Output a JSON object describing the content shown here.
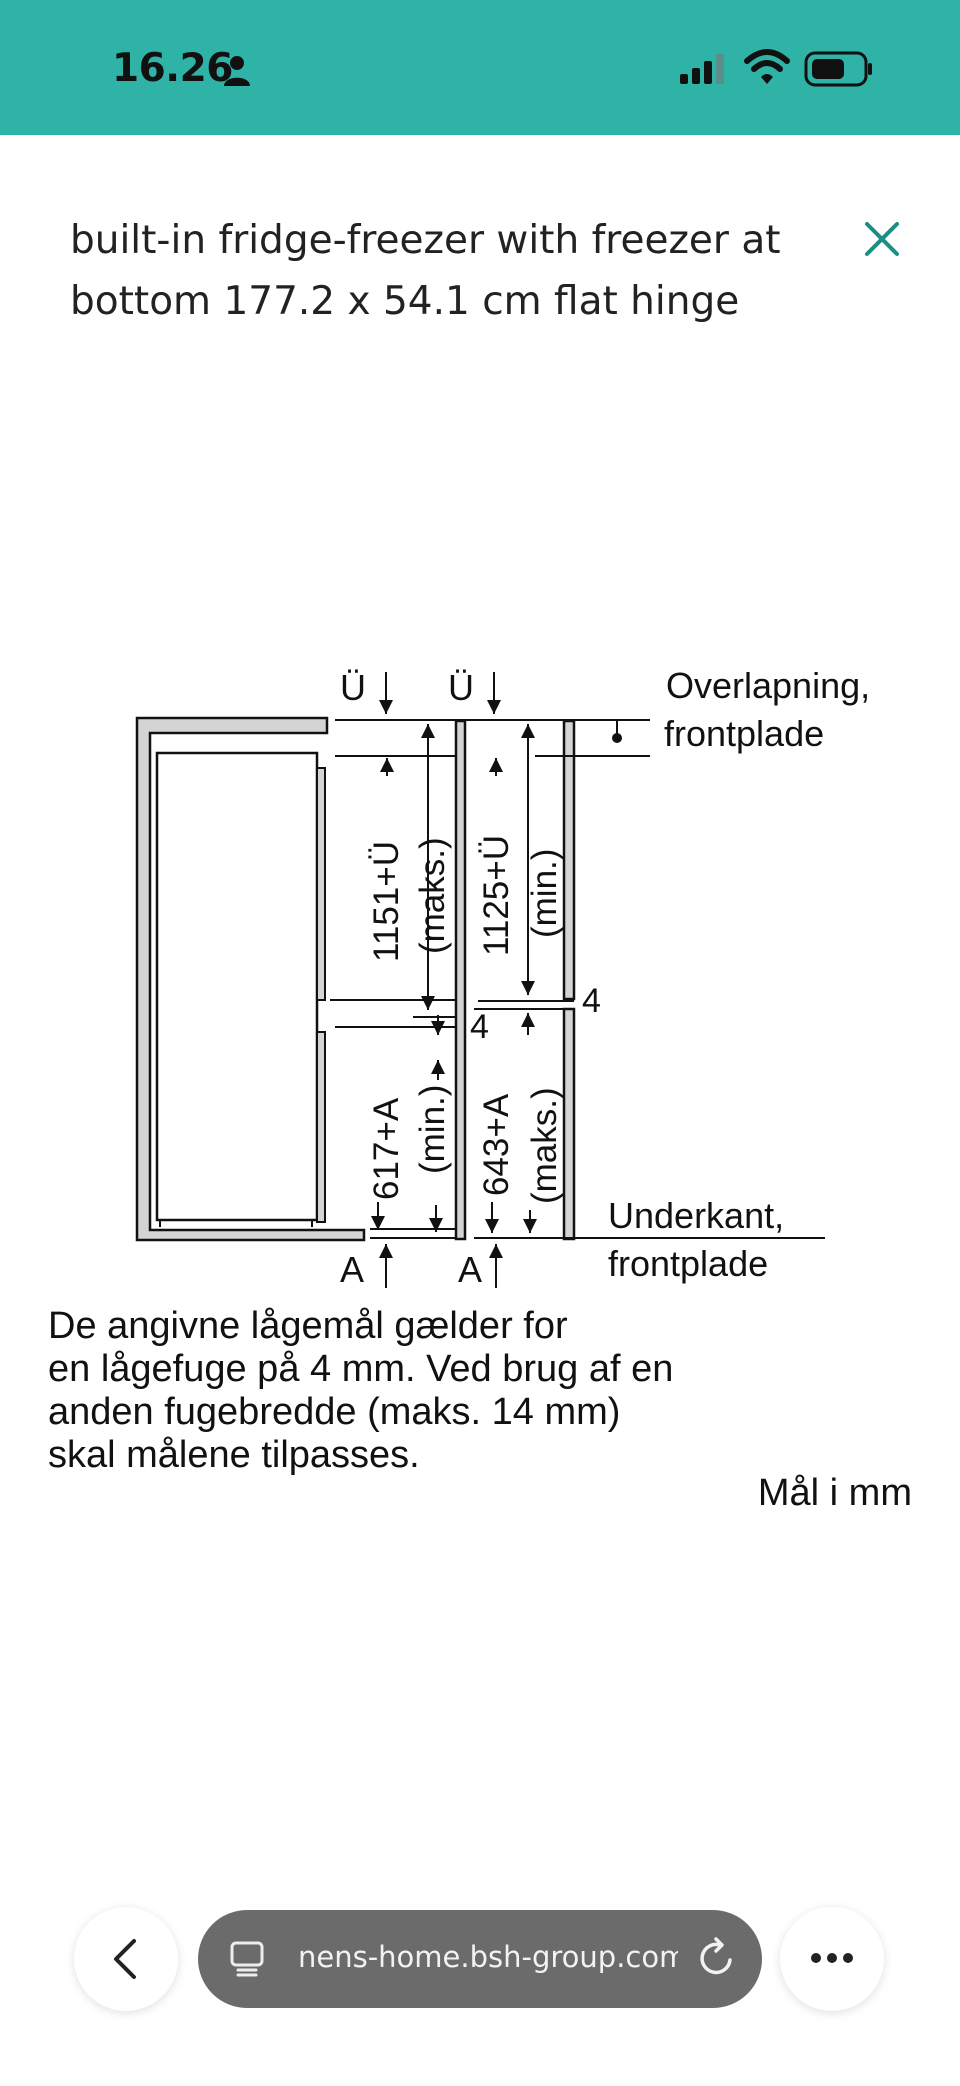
{
  "status_bar": {
    "time": "16.26",
    "icons": [
      "person-icon",
      "signal-icon",
      "wifi-icon",
      "battery-icon"
    ],
    "background_color": "#2eb3a6"
  },
  "header": {
    "title": "built-in fridge-freezer with freezer at bottom 177.2 x 54.1 cm flat hinge",
    "close_icon": "close-icon",
    "accent_color": "#1a8f84"
  },
  "diagram": {
    "labels": {
      "u_mark_left": "Ü",
      "u_mark_right": "Ü",
      "overlap_line1": "Overlapning,",
      "overlap_line2": "frontplade",
      "upper_min_dim": "1151+Ü",
      "upper_min_note": "(maks.)",
      "upper_max_dim": "1125+Ü",
      "upper_max_note": "(min.)",
      "gap_right": "4",
      "gap_middle": "4",
      "lower_min_dim": "617+A",
      "lower_min_note": "(min.)",
      "lower_max_dim": "643+A",
      "lower_max_note": "(maks.)",
      "bottom_line1": "Underkant,",
      "bottom_line2": "frontplade",
      "a_mark_left": "A",
      "a_mark_right": "A"
    }
  },
  "note": {
    "lines": [
      "De angivne lågemål gælder for",
      "en lågefuge på 4 mm. Ved brug af en",
      "anden fugebredde (maks. 14 mm)",
      "skal målene tilpasses."
    ],
    "units": "Mål i mm"
  },
  "browser_bar": {
    "url": "nens-home.bsh-group.com",
    "back_icon": "chevron-left-icon",
    "tab_icon": "tabs-icon",
    "reload_icon": "reload-icon",
    "more_icon": "more-icon"
  }
}
